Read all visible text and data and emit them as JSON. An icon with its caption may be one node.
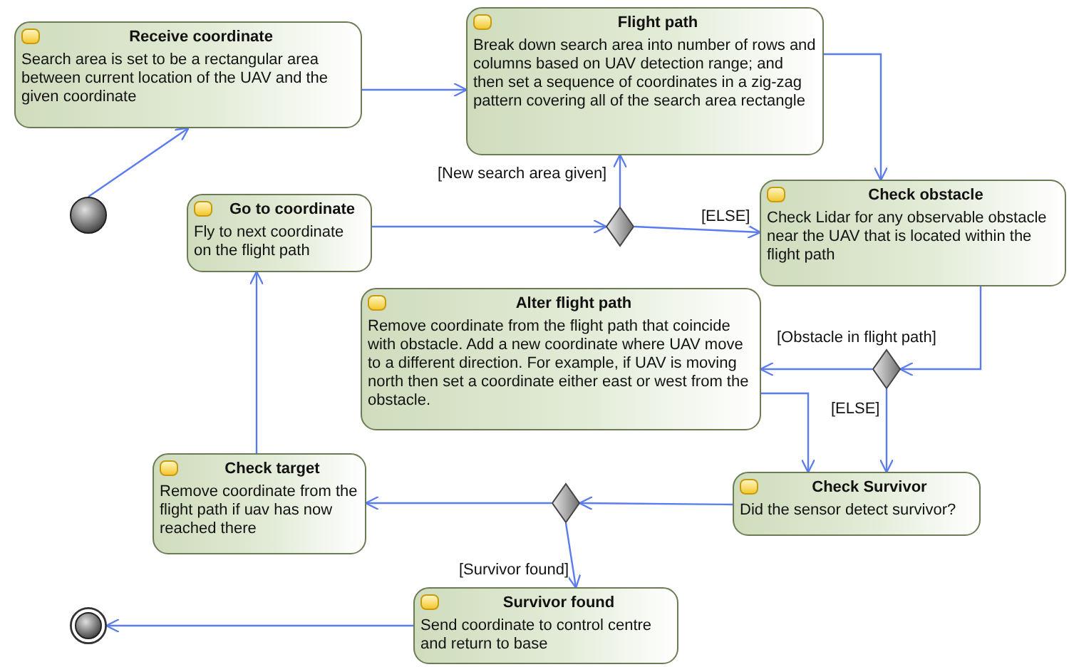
{
  "diagram": {
    "nodes": [
      {
        "text": [
          "Receive coordinate",
          "Search area is set to be a rectangular area between current location of the UAV and the given coordinate"
        ]
      },
      {
        "text": [
          "Flight path",
          "Break down search area into number of rows and columns based on UAV detection range; and then set a sequence of coordinates in a zig-zag pattern covering all of the search area rectangle"
        ]
      },
      {
        "text": [
          "Go to coordinate",
          "Fly to next coordinate on the flight path"
        ]
      },
      {
        "text": [
          "Check obstacle",
          "Check Lidar for any observable obstacle near the UAV that is located within the flight path"
        ]
      },
      {
        "text": [
          "Alter flight path",
          "Remove coordinate from the flight path that coincide with obstacle. Add a new coordinate where UAV move to a different direction. For example, if UAV is moving north then set a coordinate either east or west from the obstacle."
        ]
      },
      {
        "text": [
          "Check target",
          "Remove coordinate from the flight path if uav has now reached there"
        ]
      },
      {
        "text": [
          "Check Survivor",
          "Did the sensor detect survivor?"
        ]
      },
      {
        "text": [
          "Survivor found",
          "Send coordinate to control centre and return to base"
        ]
      },
      {
        "text": [],
        "shape": "circle"
      },
      {
        "text": [],
        "shape": "circle"
      },
      {
        "text": [],
        "shape": "diamond"
      },
      {
        "text": [],
        "shape": "diamond"
      },
      {
        "text": [],
        "shape": "diamond"
      }
    ],
    "edges": [
      {
        "from": 8,
        "to": 0,
        "arrow": "to"
      },
      {
        "from": 0,
        "to": 1,
        "arrow": "to"
      },
      {
        "from": 1,
        "to": 3,
        "arrow": "to"
      },
      {
        "from": 2,
        "to": 10,
        "arrow": "to"
      },
      {
        "from": 10,
        "to": 1,
        "arrow": "to",
        "label": "[New search area given]"
      },
      {
        "from": 10,
        "to": 3,
        "arrow": "to",
        "label": "[ELSE]"
      },
      {
        "from": 3,
        "to": 11,
        "arrow": "to"
      },
      {
        "from": 11,
        "to": 4,
        "arrow": "to",
        "label": "[Obstacle in flight path]"
      },
      {
        "from": 11,
        "to": 6,
        "arrow": "to",
        "label": "[ELSE]"
      },
      {
        "from": 4,
        "to": 6,
        "arrow": "to"
      },
      {
        "from": 6,
        "to": 12,
        "arrow": "to"
      },
      {
        "from": 12,
        "to": 5,
        "arrow": "to"
      },
      {
        "from": 12,
        "to": 7,
        "arrow": "to",
        "label": "[Survivor found]"
      },
      {
        "from": 5,
        "to": 2,
        "arrow": "to"
      },
      {
        "from": 7,
        "to": 9,
        "arrow": "to"
      }
    ]
  }
}
